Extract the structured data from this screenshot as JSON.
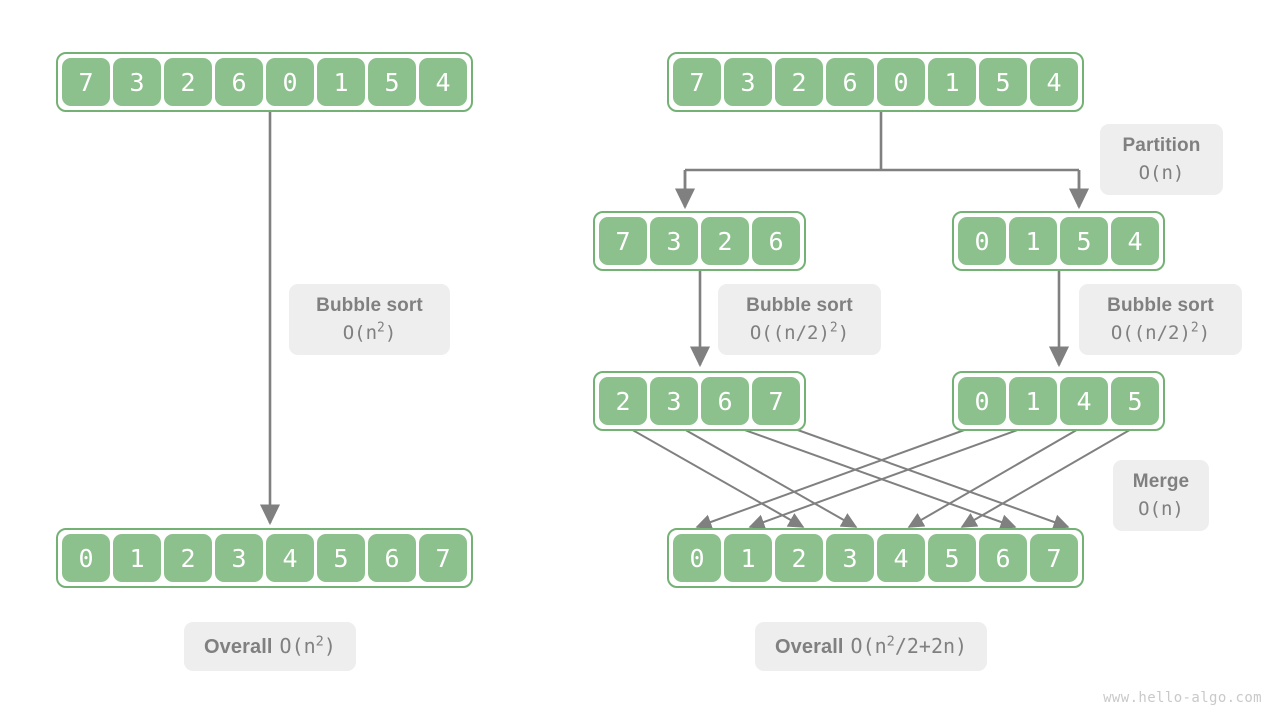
{
  "colors": {
    "cell_fill": "#8cc08c",
    "array_border": "#74b174",
    "cell_text": "#ffffff",
    "chip_bg": "#eeeeee",
    "chip_text": "#808080",
    "arrow": "#808080",
    "background": "#ffffff",
    "watermark": "#c9c9c9"
  },
  "left_panel": {
    "input_array": {
      "name": "input-array",
      "values": [
        "7",
        "3",
        "2",
        "6",
        "0",
        "1",
        "5",
        "4"
      ]
    },
    "output_array": {
      "name": "sorted-array",
      "values": [
        "0",
        "1",
        "2",
        "3",
        "4",
        "5",
        "6",
        "7"
      ]
    },
    "step_label": {
      "title": "Bubble sort",
      "formula": "O(n²)",
      "formula_base": "O(n",
      "formula_sup": "2",
      "formula_tail": ")"
    },
    "overall_label": {
      "title": "Overall",
      "formula": "O(n²)",
      "formula_base": "O(n",
      "formula_sup": "2",
      "formula_tail": ")"
    }
  },
  "right_panel": {
    "input_array": {
      "name": "input-array",
      "values": [
        "7",
        "3",
        "2",
        "6",
        "0",
        "1",
        "5",
        "4"
      ]
    },
    "left_sub_array": {
      "name": "left-subarray-unsorted",
      "values": [
        "7",
        "3",
        "2",
        "6"
      ]
    },
    "right_sub_array": {
      "name": "right-subarray-unsorted",
      "values": [
        "0",
        "1",
        "5",
        "4"
      ]
    },
    "left_sub_sorted": {
      "name": "left-subarray-sorted",
      "values": [
        "2",
        "3",
        "6",
        "7"
      ]
    },
    "right_sub_sorted": {
      "name": "right-subarray-sorted",
      "values": [
        "0",
        "1",
        "4",
        "5"
      ]
    },
    "output_array": {
      "name": "merged-sorted-array",
      "values": [
        "0",
        "1",
        "2",
        "3",
        "4",
        "5",
        "6",
        "7"
      ]
    },
    "partition_label": {
      "title": "Partition",
      "formula": "O(n)"
    },
    "left_sort_label": {
      "title": "Bubble sort",
      "formula": "O((n/2)²)",
      "formula_base": "O((n/2)",
      "formula_sup": "2",
      "formula_tail": ")"
    },
    "right_sort_label": {
      "title": "Bubble sort",
      "formula": "O((n/2)²)",
      "formula_base": "O((n/2)",
      "formula_sup": "2",
      "formula_tail": ")"
    },
    "merge_label": {
      "title": "Merge",
      "formula": "O(n)"
    },
    "overall_label": {
      "title": "Overall",
      "formula": "O(n²/2+2n)",
      "formula_base": "O(n",
      "formula_sup": "2",
      "formula_tail": "/2+2n)"
    }
  },
  "watermark": "www.hello-algo.com",
  "chart_data": {
    "type": "diagram",
    "title": "Bubble sort vs partition-then-merge complexity comparison",
    "left_flow": {
      "steps": [
        "7 3 2 6 0 1 5 4",
        "Bubble sort O(n^2)",
        "0 1 2 3 4 5 6 7"
      ],
      "overall": "O(n^2)"
    },
    "right_flow": {
      "steps": [
        "7 3 2 6 0 1 5 4",
        "Partition O(n)",
        "7 3 2 6 | 0 1 5 4",
        "Bubble sort O((n/2)^2)",
        "2 3 6 7 | 0 1 4 5",
        "Merge O(n)",
        "0 1 2 3 4 5 6 7"
      ],
      "overall": "O(n^2/2+2n)"
    },
    "merge_mapping": {
      "left_sorted_to_output_index": [
        2,
        3,
        6,
        7
      ],
      "right_sorted_to_output_index": [
        0,
        1,
        4,
        5
      ]
    }
  }
}
